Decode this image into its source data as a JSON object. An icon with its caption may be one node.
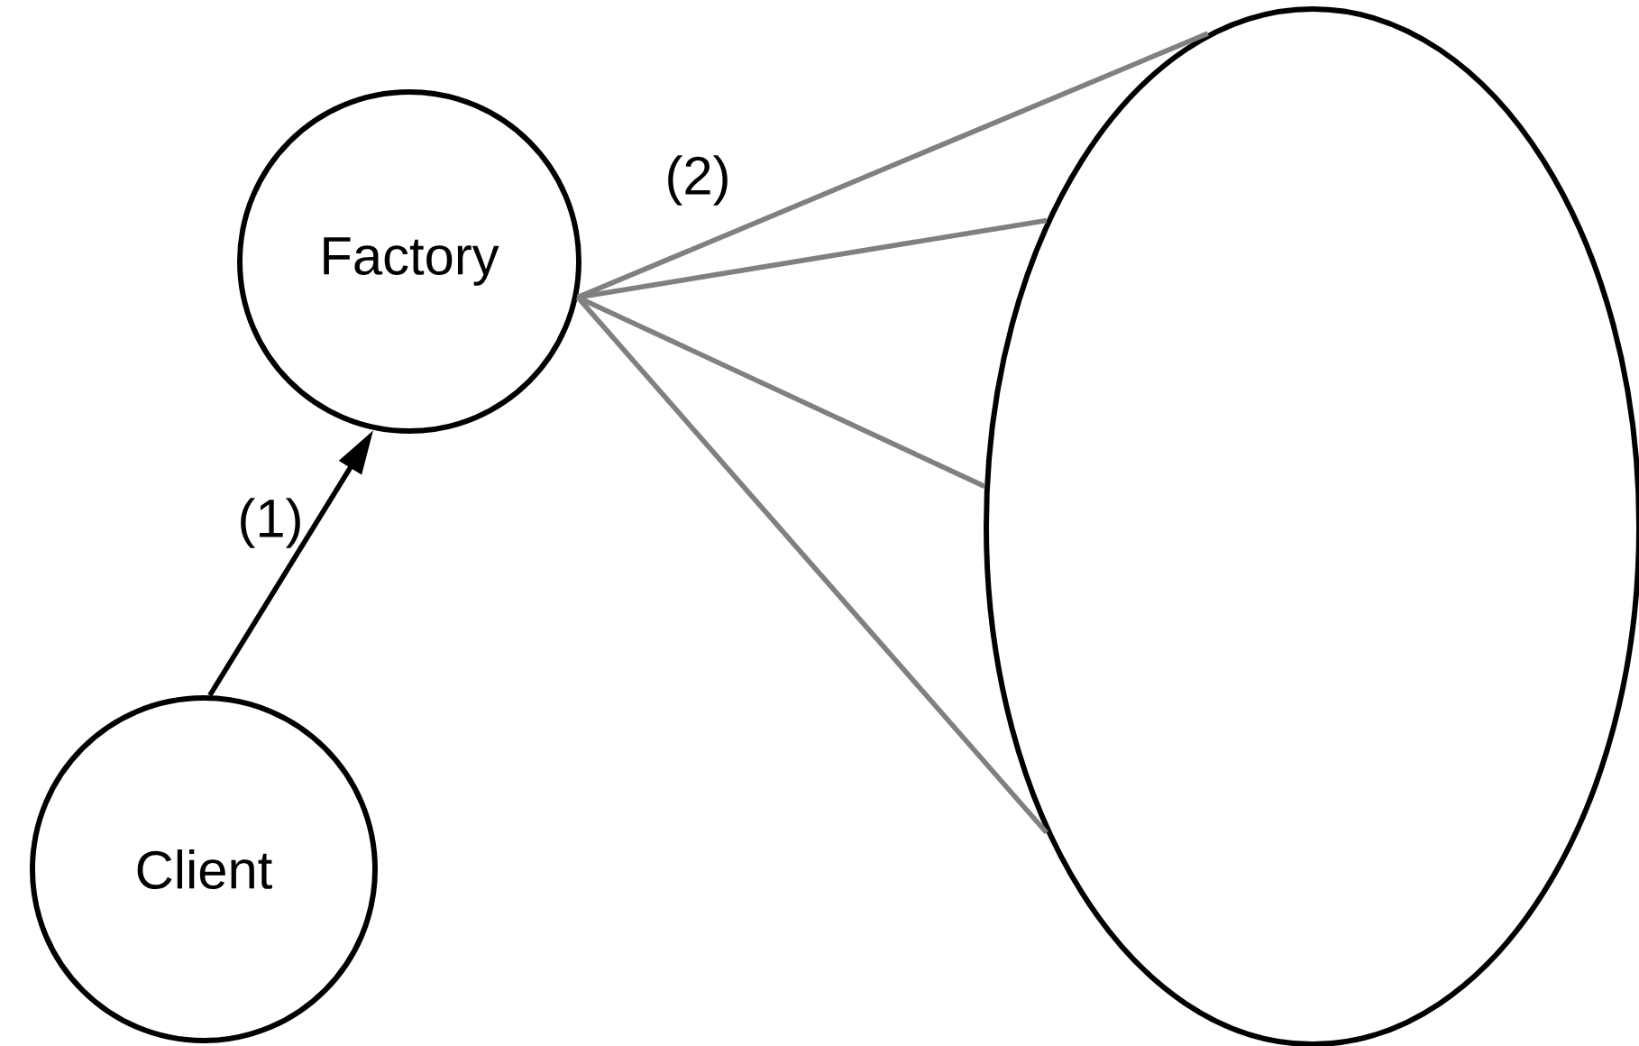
{
  "diagram": {
    "nodes": [
      {
        "text": [
          "Factory"
        ]
      },
      {
        "text": [
          "Client"
        ]
      },
      {
        "text": [],
        "shape": "ellipse"
      }
    ],
    "edges": [
      {
        "from": 1,
        "to": 0,
        "arrow": "to",
        "label": "(1)",
        "color": "#000000"
      },
      {
        "from": 0,
        "to": 2,
        "arrow": "none",
        "color": "#808080",
        "label": "(2)"
      },
      {
        "from": 0,
        "to": 2,
        "arrow": "none",
        "color": "#808080"
      },
      {
        "from": 0,
        "to": 2,
        "arrow": "none",
        "color": "#808080"
      },
      {
        "from": 0,
        "to": 2,
        "arrow": "none",
        "color": "#808080"
      }
    ]
  }
}
